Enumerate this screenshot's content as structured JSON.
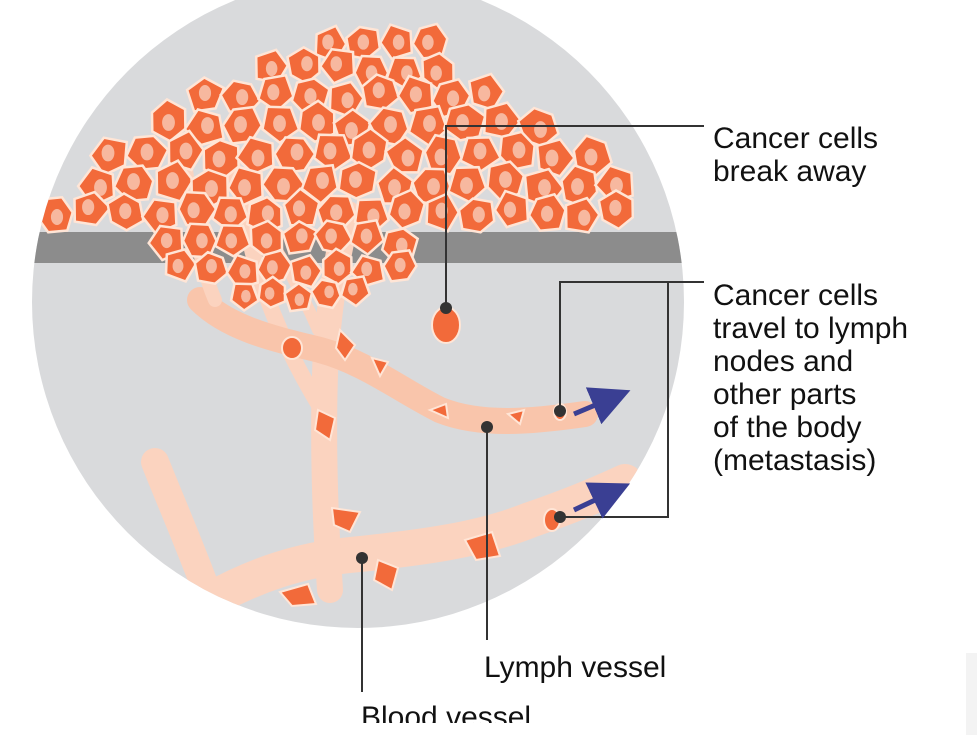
{
  "labels": {
    "break_away": [
      "Cancer cells",
      "break away"
    ],
    "travel": [
      "Cancer cells",
      "travel to lymph",
      "nodes and",
      "other parts",
      "of the body",
      "(metastasis)"
    ],
    "lymph_vessel": "Lymph vessel",
    "blood_vessel": "Blood vessel"
  },
  "colors": {
    "tissue_background": "#d9dadc",
    "membrane": "#8c8c8c",
    "cancer_cell": "#f26a3a",
    "cancer_cell_outline": "#ffe5d6",
    "nucleus": "#f7b89f",
    "vessel": "#fbd3bf",
    "leader_line": "#333333",
    "arrow": "#3a3f93"
  }
}
